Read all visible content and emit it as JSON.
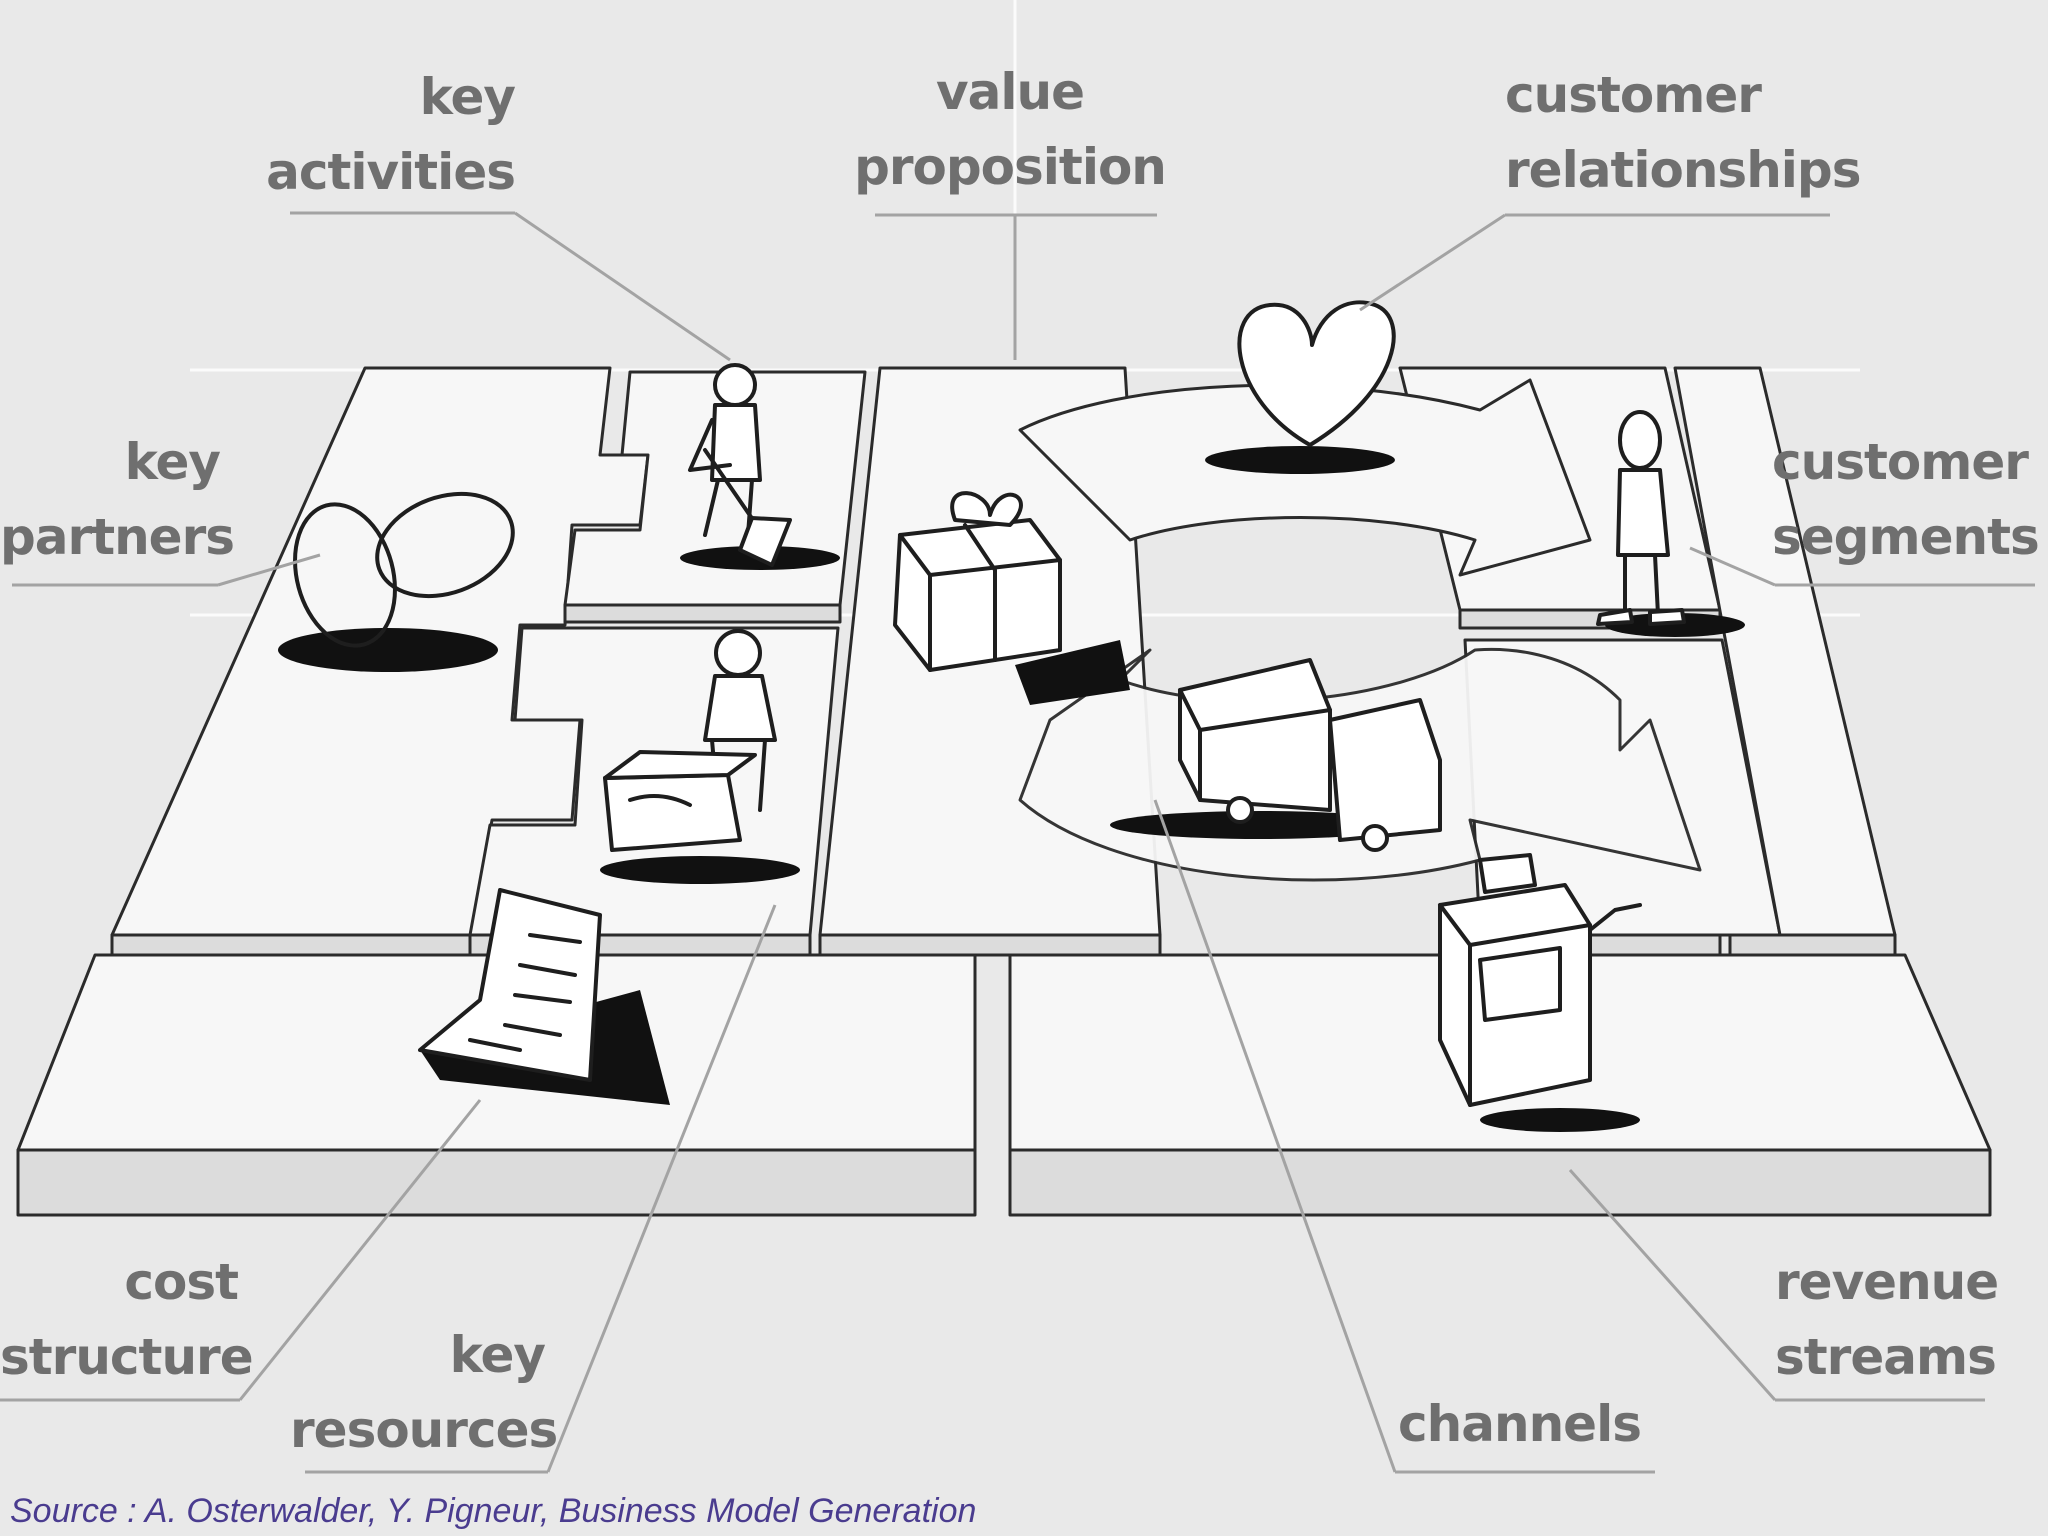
{
  "labels": {
    "key_activities": [
      "key",
      "activities"
    ],
    "value_proposition": [
      "value",
      "proposition"
    ],
    "customer_relationships": [
      "customer",
      "relationships"
    ],
    "key_partners": [
      "key",
      "partners"
    ],
    "customer_segments": [
      "customer",
      "segments"
    ],
    "cost_structure": [
      "cost",
      "structure"
    ],
    "key_resources": [
      "key",
      "resources"
    ],
    "channels": [
      "channels"
    ],
    "revenue_streams": [
      "revenue",
      "streams"
    ]
  },
  "source": "Source : A. Osterwalder, Y. Pigneur, Business Model Generation",
  "icons": [
    "rings-icon",
    "digging-person-icon",
    "worker-with-box-icon",
    "document-icon",
    "gift-icon",
    "heart-icon",
    "truck-icon",
    "person-icon",
    "cash-register-icon"
  ],
  "colors": {
    "background": "#e9e9e9",
    "board": "#f7f7f7",
    "label": "#6f6f6f",
    "source": "#4a3c8f"
  }
}
